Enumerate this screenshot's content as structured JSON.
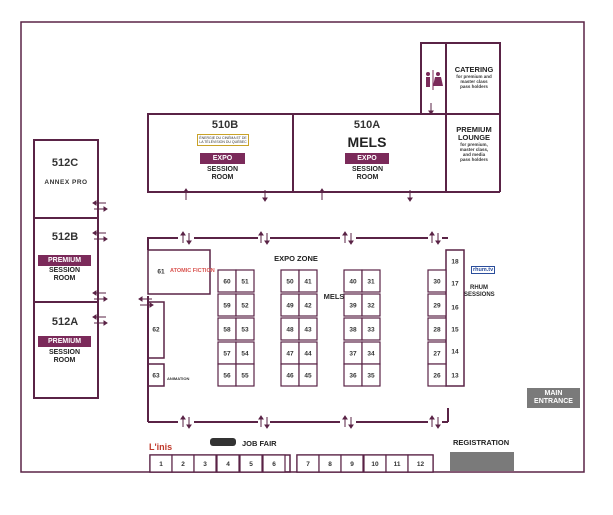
{
  "rooms": {
    "r512c": {
      "id": "512C",
      "logo": "ANNEX PRO"
    },
    "r512b": {
      "id": "512B",
      "tag": "PREMIUM",
      "line1": "SESSION",
      "line2": "ROOM"
    },
    "r512a": {
      "id": "512A",
      "tag": "PREMIUM",
      "line1": "SESSION",
      "line2": "ROOM"
    },
    "r510b": {
      "id": "510B",
      "tag": "EXPO",
      "line1": "SESSION",
      "line2": "ROOM",
      "logo_line1": "ÉNERGIE DU CINÉMA ET DE",
      "logo_line2": "LA TÉLÉVISION DU QUÉBEC"
    },
    "r510a": {
      "id": "510A",
      "brand": "MELS",
      "tag": "EXPO",
      "line1": "SESSION",
      "line2": "ROOM"
    },
    "catering": {
      "title": "CATERING",
      "line1": "for premium and",
      "line2": "master class",
      "line3": "pass holders"
    },
    "lounge": {
      "title1": "PREMIUM",
      "title2": "LOUNGE",
      "line1": "for premium,",
      "line2": "master class,",
      "line3": "and media",
      "line4": "pass holders"
    }
  },
  "expo": {
    "zone_label": "EXPO ZONE",
    "mels_label": "MELS",
    "rhum_label1": "RHUM",
    "rhum_label2": "SESSIONS",
    "rhum_logo": "rhum.tv",
    "atomic_logo": "ATOMIC FICTION",
    "animation_logo": "ANIMATION",
    "booths": [
      "61",
      "62",
      "63",
      "60",
      "59",
      "58",
      "57",
      "56",
      "51",
      "52",
      "53",
      "54",
      "55",
      "50",
      "49",
      "48",
      "47",
      "46",
      "41",
      "42",
      "43",
      "44",
      "45",
      "40",
      "39",
      "38",
      "37",
      "36",
      "31",
      "32",
      "33",
      "34",
      "35",
      "30",
      "29",
      "28",
      "27",
      "26",
      "18",
      "17",
      "16",
      "15",
      "14",
      "13"
    ]
  },
  "job_fair": {
    "label": "JOB FAIR",
    "linis_logo": "L'inis",
    "booths": [
      "1",
      "2",
      "3",
      "4",
      "5",
      "6",
      "7",
      "8",
      "9",
      "10",
      "11",
      "12"
    ]
  },
  "registration": {
    "label": "REGISTRATION"
  },
  "entrance": {
    "line1": "MAIN",
    "line2": "ENTRANCE"
  },
  "colors": {
    "wall": "#5a2346",
    "accent": "#7b2a5a",
    "booth_border": "#5a2346",
    "grey": "#7a7a7a"
  }
}
